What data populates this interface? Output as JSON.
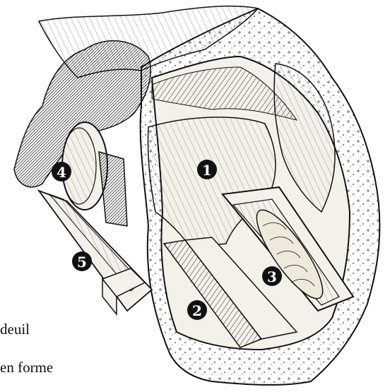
{
  "diagram": {
    "markers": [
      {
        "id": 1,
        "label": "1"
      },
      {
        "id": 2,
        "label": "2"
      },
      {
        "id": 3,
        "label": "3"
      },
      {
        "id": 4,
        "label": "4"
      },
      {
        "id": 5,
        "label": "5"
      }
    ],
    "caption_lines": [
      "deuil",
      "en forme"
    ],
    "colors": {
      "ink": "#111111",
      "paper": "#ffffff",
      "stone": "#f4f1ea"
    }
  }
}
